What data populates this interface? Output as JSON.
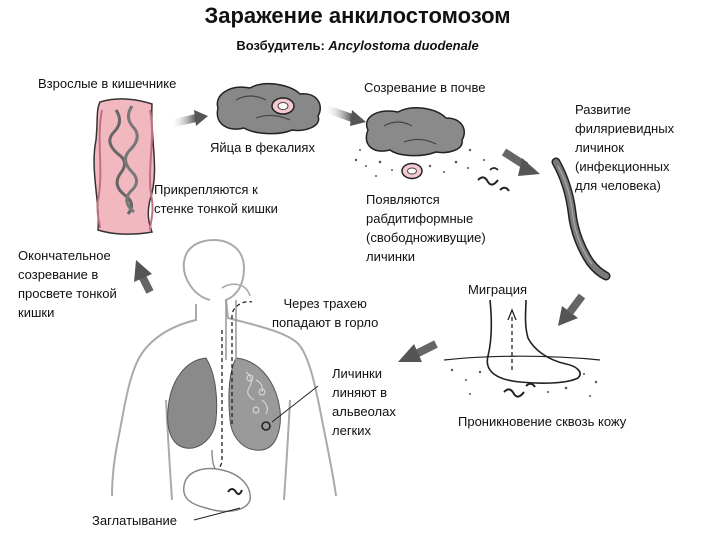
{
  "title": "Заражение анкилостомозом",
  "subtitle_prefix": "Возбудитель:",
  "subtitle_species": "Ancylostoma duodenale",
  "labels": {
    "adults": "Взрослые в кишечнике",
    "attach_l1": "Прикрепляются к",
    "attach_l2": "стенке тонкой кишки",
    "eggs": "Яйца в фекалиях",
    "soil": "Созревание в почве",
    "rhab_l1": "Появляются",
    "rhab_l2": "рабдитиформные",
    "rhab_l3": "(свободноживущие)",
    "rhab_l4": "личинки",
    "filar_l1": "Развитие",
    "filar_l2": "филяриевидных",
    "filar_l3": "личинок",
    "filar_l4": "(инфекционных",
    "filar_l5": "для человека)",
    "migration": "Миграция",
    "penetration": "Проникновение сквозь кожу",
    "final_l1": "Окончательное",
    "final_l2": "созревание в",
    "final_l3": "просвете тонкой",
    "final_l4": "кишки",
    "trachea_l1": "Через трахею",
    "trachea_l2": "попадают в горло",
    "molt_l1": "Личинки",
    "molt_l2": "линяют в",
    "molt_l3": "альвеолах",
    "molt_l4": "легких",
    "swallow": "Заглатывание"
  }
}
